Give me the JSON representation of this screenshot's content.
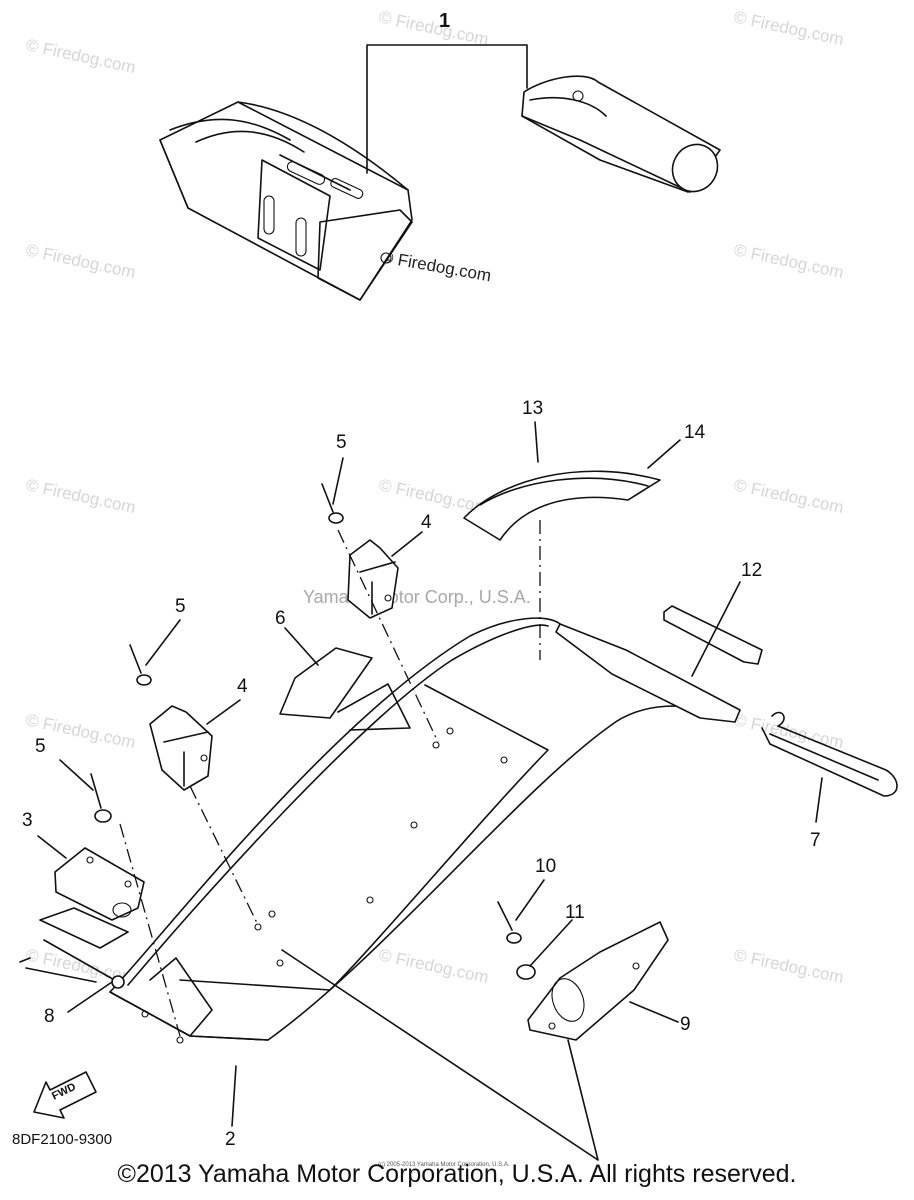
{
  "callouts": {
    "c1": "1",
    "c2": "2",
    "c3": "3",
    "c4a": "4",
    "c4b": "4",
    "c5a": "5",
    "c5b": "5",
    "c5c": "5",
    "c6": "6",
    "c7": "7",
    "c8": "8",
    "c9": "9",
    "c10": "10",
    "c11": "11",
    "c12": "12",
    "c13": "13",
    "c14": "14"
  },
  "watermark": {
    "site": "© Firedog.com",
    "site_dark": "© Firedog.com",
    "center": "Yamaha Motor Corp., U.S.A."
  },
  "fwd_label": "FWD",
  "part_code": "8DF2100-9300",
  "fine_print": "(c) 2005-2013 Yamaha Motor Corporation, U.S.A.",
  "copyright": "©2013 Yamaha Motor Corporation, U.S.A. All rights reserved."
}
